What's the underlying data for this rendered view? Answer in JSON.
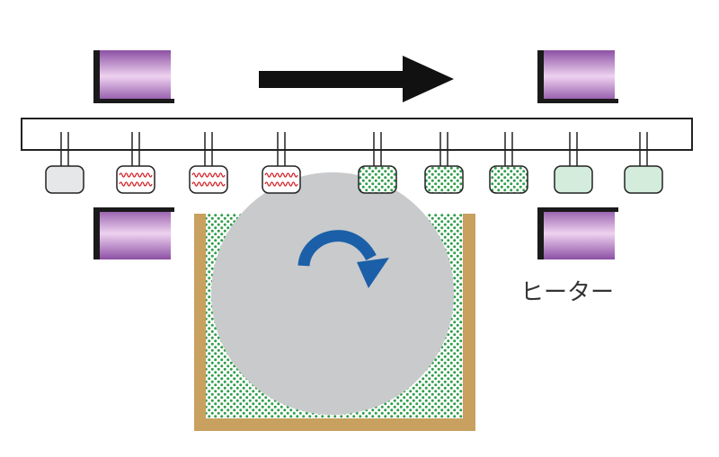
{
  "labels": {
    "heater": "ヒーター"
  },
  "icons": {
    "direction": "right-arrow-icon",
    "rotation": "clockwise-rotation-icon"
  },
  "colors": {
    "heater_light": "#eed2f0",
    "heater_dark": "#8c50a4",
    "heater_edge": "#1a1a1a",
    "drum": "#c9cacc",
    "rotation_arrow": "#1b5fa8",
    "vat_wall": "#c8a060",
    "dots": "#2e9e4a",
    "wave": "#d4272e",
    "sample_plain": "#e6e7e8",
    "sample_done": "#d3ecdc"
  },
  "samples": [
    {
      "state": "plain"
    },
    {
      "state": "heated"
    },
    {
      "state": "heated"
    },
    {
      "state": "heated"
    },
    {
      "state": "coated"
    },
    {
      "state": "coated"
    },
    {
      "state": "coated"
    },
    {
      "state": "dried"
    },
    {
      "state": "dried"
    }
  ]
}
